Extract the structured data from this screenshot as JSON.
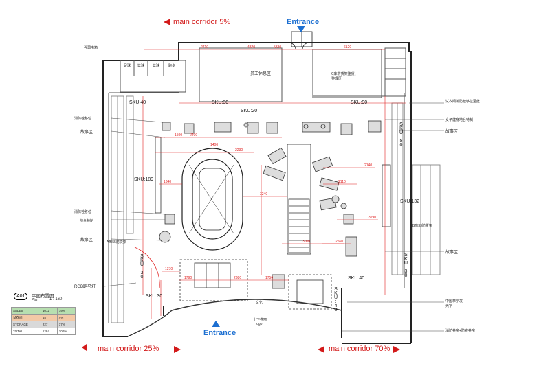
{
  "corridors": {
    "top": "main corridor 5%",
    "bottom_left": "main corridor 25%",
    "bottom_right": "main corridor 70%"
  },
  "entrances": {
    "top": "Entrance",
    "bottom": "Entrance"
  },
  "sku_labels": {
    "sku40_top": "SKU:40",
    "sku30_top": "SKU:30",
    "sku20": "SKU:20",
    "sku90": "SKU:90",
    "sku50": "SKU:50",
    "sku189": "SKU:189",
    "sku132": "SKU:132",
    "sku40_bottom": "SKU:40",
    "sku30_right": "SKU:30",
    "sku30_left": "SKU:30",
    "sku30_bottom": "SKU:30",
    "sku40_vertical": "SKU:40"
  },
  "labels": {
    "staff_area": "员工休息区",
    "storage_c": "C库防货架整货、整理区",
    "storage_b": "B库33防货架",
    "storage_a": "A库55防货架",
    "fire_hydrant_left": "消防栓移位",
    "fire_hydrant_left2": "消防栓移位",
    "fire_hydrant_right": "试衣间消防栓移位至此",
    "story_area_1": "故事区",
    "story_area_2": "故事区",
    "story_area_3": "故事区",
    "story_area_4": "故事区",
    "floor_custom": "地台特制",
    "womens_custom": "女子健身地台特制",
    "rgb_light": "RGB跑马灯",
    "li_ning": "中国李宁发光字",
    "fire_shutter": "消防卷帘+防盗卷帘",
    "logo_top": "上下卷帘",
    "logo": "logo",
    "soccer": "足球",
    "basketball": "篮球",
    "basketball2": "篮球",
    "running": "跑步",
    "plan_code": "A01",
    "plan_title": "平面布置图",
    "plan_sub": "Plan",
    "scale": "1 : 160",
    "culture_wall": "文化",
    "electric": "强弱电箱"
  },
  "dimensions": {
    "d1500": "1500",
    "d2400": "2400",
    "d1400": "1400",
    "d2230": "2230",
    "d1840": "1840",
    "d3240": "3240",
    "d2110": "2110",
    "d2140": "2140",
    "d3290": "3290",
    "d3000": "3000",
    "d1790": "1790",
    "d2880": "2880",
    "d1370": "1370",
    "d2560": "2560",
    "d4820": "4820",
    "d1750": "1750",
    "d2710": "2710",
    "d6120": "6120",
    "d5330": "5330"
  },
  "legend_table": {
    "rows": [
      {
        "name": "SALES",
        "area": "1012",
        "pct": "79%"
      },
      {
        "name": "试衣间",
        "area": "45",
        "pct": "4%"
      },
      {
        "name": "STORAGE",
        "area": "227",
        "pct": "17%"
      },
      {
        "name": "TOTAL",
        "area": "1284",
        "pct": "100%"
      }
    ]
  },
  "colors": {
    "corridor_red": "#d31a1a",
    "entrance_blue": "#1c6fd1",
    "dimension_red": "#e02020",
    "sales_green": "#b7dfb0",
    "fitting_orange": "#f3c9a6",
    "storage_gray": "#d9d9d9"
  }
}
